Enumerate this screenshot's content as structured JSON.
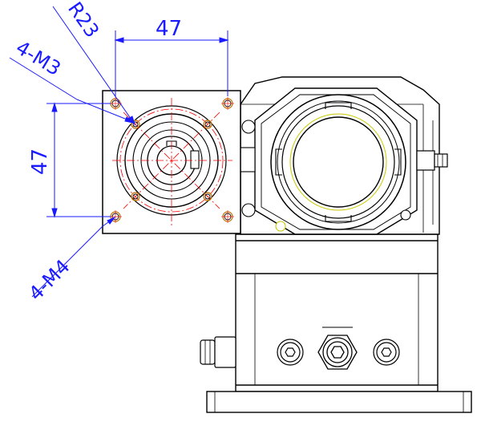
{
  "dimensions": {
    "top_width": "47",
    "left_height": "47",
    "radius": "R23",
    "m3_holes": "4-M3",
    "m4_holes": "4-M4"
  },
  "colors": {
    "outline": "#000000",
    "dimension": "#1a1aff",
    "centerline": "#ff0000",
    "thread": "#c07000",
    "highlight": "#c8c800"
  },
  "icons": {
    "plug_screws": [
      "hex-socket-plug-icon",
      "hex-nut-fitting-icon",
      "hex-socket-plug-icon"
    ],
    "air_fitting": "push-in-fitting-icon"
  }
}
